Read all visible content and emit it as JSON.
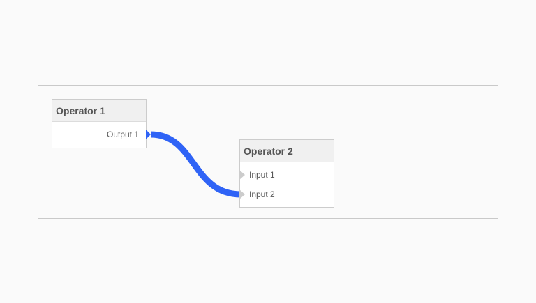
{
  "operators": [
    {
      "title": "Operator 1",
      "outputs": [
        {
          "label": "Output 1"
        }
      ],
      "inputs": []
    },
    {
      "title": "Operator 2",
      "inputs": [
        {
          "label": "Input 1"
        },
        {
          "label": "Input 2"
        }
      ],
      "outputs": []
    }
  ],
  "links": [
    {
      "from": "Operator 1 / Output 1",
      "to": "Operator 2 / Input 2",
      "color": "#2f63f6"
    }
  ],
  "colors": {
    "link": "#2f63f6",
    "connector_inactive": "#cccccc",
    "title_bg": "#f0f0f0",
    "border": "#cccccc"
  }
}
